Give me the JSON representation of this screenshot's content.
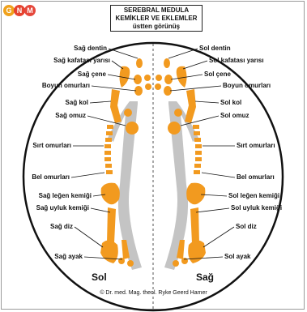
{
  "logo": {
    "letters": [
      "G",
      "N",
      "M"
    ],
    "colors": [
      "#f0a21c",
      "#e6432f",
      "#e5473b"
    ]
  },
  "title": {
    "line1": "SEREBRAL MEDULA",
    "line2": "KEMİKLER VE EKLEMLER",
    "line3": "üstten görünüş"
  },
  "labels_left": {
    "dentin": "Sağ dentin",
    "kafatasi": "Sağ kafatası yarısı",
    "cene": "Sağ çene",
    "boyun": "Boyun omurları",
    "kol": "Sağ kol",
    "omuz": "Sağ omuz",
    "sirt": "Sırt omurları",
    "bel": "Bel omurları",
    "legen": "Sağ leğen kemiği",
    "uyluk": "Sağ uyluk kemiği",
    "diz": "Sağ diz",
    "ayak": "Sağ ayak"
  },
  "labels_right": {
    "dentin": "Sol dentin",
    "kafatasi": "Sol kafatası yarısı",
    "cene": "Sol çene",
    "boyun": "Boyun omurları",
    "kol": "Sol kol",
    "omuz": "Sol omuz",
    "sirt": "Sırt omurları",
    "bel": "Bel omurları",
    "legen": "Sol leğen kemiği",
    "uyluk": "Sol uyluk kemiği",
    "diz": "Sol diz",
    "ayak": "Sol ayak"
  },
  "hemisphere_left": "Sol",
  "hemisphere_right": "Sağ",
  "copyright": "© Dr. med. Mag. theol. Ryke Geerd Hamer",
  "colors": {
    "bone": "#f29a1f",
    "medulla": "#c4c4c4",
    "outline": "#111111"
  }
}
